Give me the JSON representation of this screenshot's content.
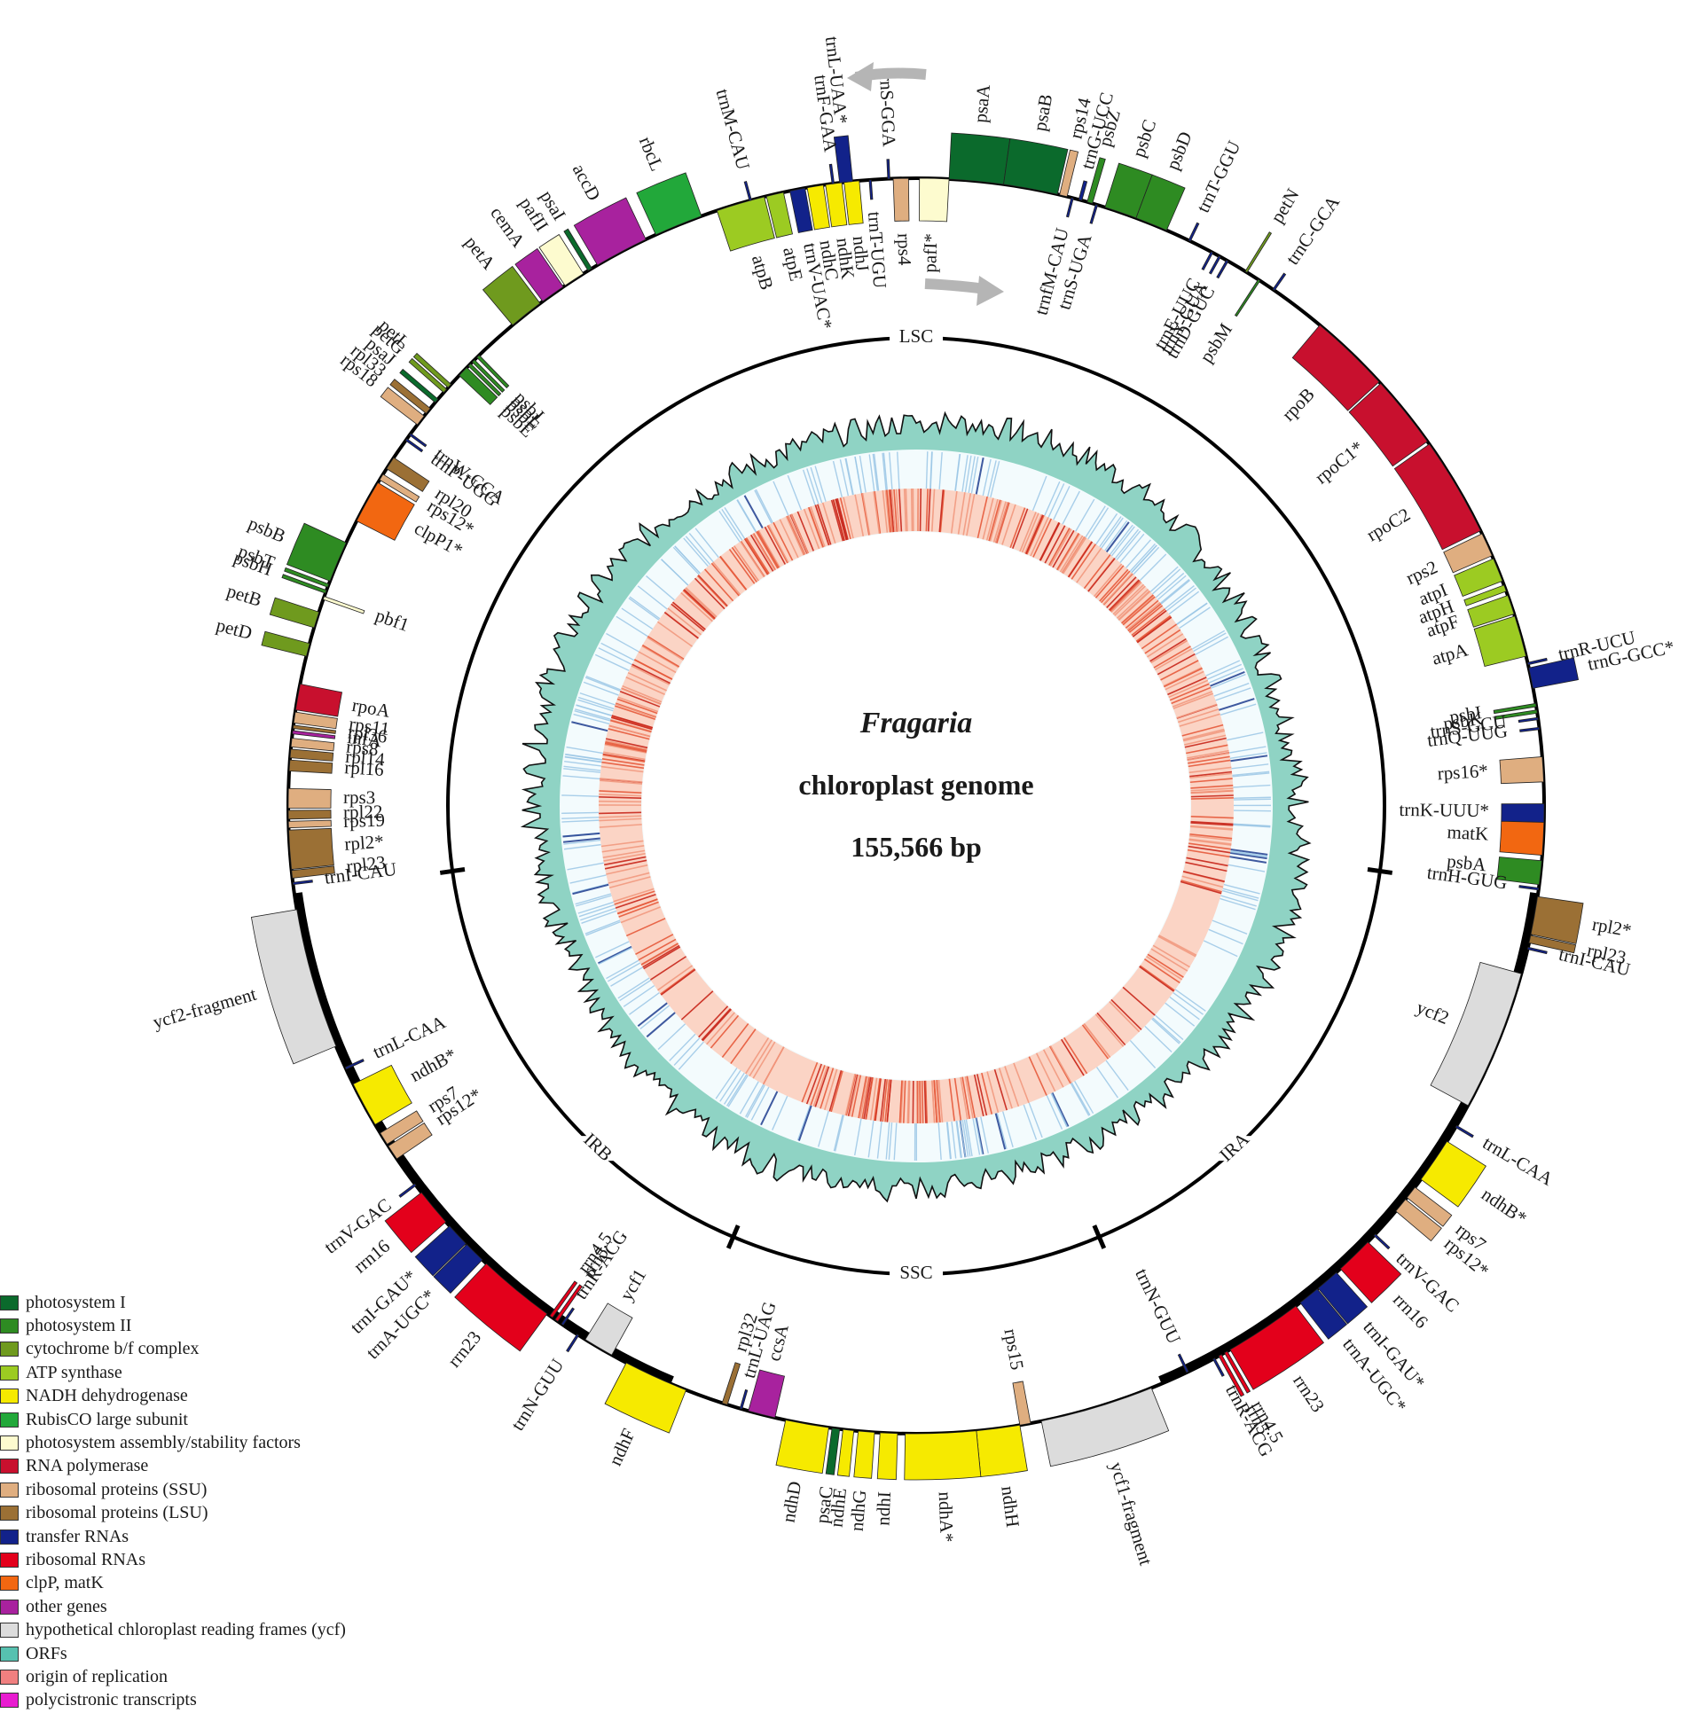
{
  "genome": {
    "title": "Fragaria",
    "subtitle": "chloroplast genome",
    "size": "155,566 bp"
  },
  "regions": [
    {
      "label": "LSC",
      "angle": 0
    },
    {
      "label": "IRA",
      "angle": 137
    },
    {
      "label": "SSC",
      "angle": 180
    },
    {
      "label": "IRB",
      "angle": 223
    }
  ],
  "region_boundaries": [
    98,
    157,
    203,
    262
  ],
  "categories": [
    {
      "key": "psI",
      "label": "photosystem I",
      "color": "#0b6a2c"
    },
    {
      "key": "psII",
      "label": "photosystem II",
      "color": "#2e8b22"
    },
    {
      "key": "cyt",
      "label": "cytochrome b/f complex",
      "color": "#6f9a1e"
    },
    {
      "key": "atp",
      "label": "ATP synthase",
      "color": "#9ccb22"
    },
    {
      "key": "ndh",
      "label": "NADH dehydrogenase",
      "color": "#f6ea00"
    },
    {
      "key": "rbc",
      "label": "RubisCO large subunit",
      "color": "#22a83a"
    },
    {
      "key": "paf",
      "label": "photosystem assembly/stability factors",
      "color": "#fdfbcf"
    },
    {
      "key": "rpo",
      "label": "RNA polymerase",
      "color": "#c8102e"
    },
    {
      "key": "ssu",
      "label": "ribosomal proteins (SSU)",
      "color": "#dfae80"
    },
    {
      "key": "lsu",
      "label": "ribosomal proteins (LSU)",
      "color": "#9b7035"
    },
    {
      "key": "trna",
      "label": "transfer RNAs",
      "color": "#12228a"
    },
    {
      "key": "rrna",
      "label": "ribosomal RNAs",
      "color": "#e3001b"
    },
    {
      "key": "clp",
      "label": "clpP, matK",
      "color": "#f26711"
    },
    {
      "key": "other",
      "label": "other genes",
      "color": "#a8229e"
    },
    {
      "key": "ycf",
      "label": "hypothetical chloroplast reading frames (ycf)",
      "color": "#dcdcdc"
    },
    {
      "key": "orf",
      "label": "ORFs",
      "color": "#57c1b0"
    },
    {
      "key": "ori",
      "label": "origin of replication",
      "color": "#f08080"
    },
    {
      "key": "poly",
      "label": "polycistronic transcripts",
      "color": "#e81cd0"
    }
  ],
  "genes": [
    {
      "name": "psaA",
      "start": 3.0,
      "end": 8.0,
      "side": "out",
      "cat": "psI"
    },
    {
      "name": "psaB",
      "start": 8.0,
      "end": 13.0,
      "side": "out",
      "cat": "psI"
    },
    {
      "name": "rps14",
      "start": 13.2,
      "end": 13.9,
      "side": "out",
      "cat": "ssu"
    },
    {
      "name": "trnfM-CAU",
      "start": 14.3,
      "end": 14.5,
      "side": "in",
      "cat": "trna"
    },
    {
      "name": "trnG-UCC",
      "start": 15.0,
      "end": 15.3,
      "side": "out",
      "cat": "trna"
    },
    {
      "name": "psbZ",
      "start": 15.8,
      "end": 16.3,
      "side": "out",
      "cat": "psII"
    },
    {
      "name": "trnS-UGA",
      "start": 16.6,
      "end": 16.8,
      "side": "in",
      "cat": "trna"
    },
    {
      "name": "psbC",
      "start": 17.5,
      "end": 20.5,
      "side": "out",
      "cat": "psII"
    },
    {
      "name": "psbD",
      "start": 20.5,
      "end": 23.5,
      "side": "out",
      "cat": "psII"
    },
    {
      "name": "trnT-GGU",
      "start": 25.7,
      "end": 25.9,
      "side": "out",
      "cat": "trna"
    },
    {
      "name": "trnE-UUC",
      "start": 28.0,
      "end": 28.2,
      "side": "in",
      "cat": "trna"
    },
    {
      "name": "trnY-GUA",
      "start": 28.8,
      "end": 29.0,
      "side": "in",
      "cat": "trna"
    },
    {
      "name": "trnD-GUC",
      "start": 29.6,
      "end": 29.8,
      "side": "in",
      "cat": "trna"
    },
    {
      "name": "petN",
      "start": 31.6,
      "end": 31.8,
      "side": "out",
      "cat": "cyt"
    },
    {
      "name": "psbM",
      "start": 33.0,
      "end": 33.2,
      "side": "in",
      "cat": "psII"
    },
    {
      "name": "trnC-GCA",
      "start": 34.6,
      "end": 34.8,
      "side": "out",
      "cat": "trna"
    },
    {
      "name": "rpoB",
      "start": 40.0,
      "end": 47.5,
      "side": "in",
      "cat": "rpo"
    },
    {
      "name": "rpoC1*",
      "start": 47.7,
      "end": 54.5,
      "side": "in",
      "cat": "rpo"
    },
    {
      "name": "rpoC2",
      "start": 54.8,
      "end": 64.0,
      "side": "in",
      "cat": "rpo"
    },
    {
      "name": "rps2",
      "start": 64.3,
      "end": 66.5,
      "side": "in",
      "cat": "ssu"
    },
    {
      "name": "atpI",
      "start": 66.8,
      "end": 69.0,
      "side": "in",
      "cat": "atp"
    },
    {
      "name": "atpH",
      "start": 69.4,
      "end": 70.0,
      "side": "in",
      "cat": "atp"
    },
    {
      "name": "atpF",
      "start": 70.4,
      "end": 72.2,
      "side": "in",
      "cat": "atp"
    },
    {
      "name": "atpA",
      "start": 72.4,
      "end": 76.2,
      "side": "in",
      "cat": "atp"
    },
    {
      "name": "trnR-UCU",
      "start": 76.8,
      "end": 77.0,
      "side": "out",
      "cat": "trna"
    },
    {
      "name": "trnG-GCC*",
      "start": 77.3,
      "end": 79.2,
      "side": "out",
      "cat": "trna"
    },
    {
      "name": "psbI",
      "start": 80.6,
      "end": 80.9,
      "side": "in",
      "cat": "psII"
    },
    {
      "name": "psbK",
      "start": 81.2,
      "end": 81.5,
      "side": "in",
      "cat": "psII"
    },
    {
      "name": "trnS-GCU",
      "start": 81.9,
      "end": 82.1,
      "side": "in",
      "cat": "trna"
    },
    {
      "name": "trnQ-UUG",
      "start": 82.8,
      "end": 83.0,
      "side": "in",
      "cat": "trna"
    },
    {
      "name": "rps16*",
      "start": 85.5,
      "end": 87.8,
      "side": "in",
      "cat": "ssu"
    },
    {
      "name": "trnK-UUU*",
      "start": 89.8,
      "end": 91.5,
      "side": "in",
      "cat": "trna"
    },
    {
      "name": "matK",
      "start": 91.5,
      "end": 94.5,
      "side": "in",
      "cat": "clp"
    },
    {
      "name": "psbA",
      "start": 95.0,
      "end": 97.2,
      "side": "in",
      "cat": "psII"
    },
    {
      "name": "trnH-GUG",
      "start": 97.5,
      "end": 97.7,
      "side": "in",
      "cat": "trna"
    },
    {
      "name": "rpl2*",
      "start": 98.3,
      "end": 101.8,
      "side": "out",
      "cat": "lsu"
    },
    {
      "name": "rpl23",
      "start": 101.9,
      "end": 102.6,
      "side": "out",
      "cat": "lsu"
    },
    {
      "name": "trnI-CAU",
      "start": 103.0,
      "end": 103.2,
      "side": "out",
      "cat": "trna"
    },
    {
      "name": "ycf2",
      "start": 105.5,
      "end": 118.5,
      "side": "in",
      "cat": "ycf"
    },
    {
      "name": "trnL-CAA",
      "start": 120.6,
      "end": 120.8,
      "side": "out",
      "cat": "trna"
    },
    {
      "name": "ndhB*",
      "start": 122.3,
      "end": 126.5,
      "side": "out",
      "cat": "ndh"
    },
    {
      "name": "rps7",
      "start": 127.4,
      "end": 128.6,
      "side": "out",
      "cat": "ssu"
    },
    {
      "name": "rps12*",
      "start": 128.8,
      "end": 130.2,
      "side": "out",
      "cat": "ssu"
    },
    {
      "name": "trnV-GAC",
      "start": 133.0,
      "end": 133.2,
      "side": "out",
      "cat": "trna"
    },
    {
      "name": "rrn16",
      "start": 134.0,
      "end": 137.5,
      "side": "out",
      "cat": "rrna"
    },
    {
      "name": "trnI-GAU*",
      "start": 138.0,
      "end": 140.2,
      "side": "out",
      "cat": "trna"
    },
    {
      "name": "trnA-UGC*",
      "start": 140.3,
      "end": 142.3,
      "side": "out",
      "cat": "trna"
    },
    {
      "name": "rrn23",
      "start": 142.8,
      "end": 150.0,
      "side": "out",
      "cat": "rrna"
    },
    {
      "name": "rrn4.5",
      "start": 150.3,
      "end": 150.6,
      "side": "out",
      "cat": "rrna"
    },
    {
      "name": "rrn5",
      "start": 150.9,
      "end": 151.2,
      "side": "out",
      "cat": "rrna"
    },
    {
      "name": "trnR-ACG",
      "start": 151.6,
      "end": 151.8,
      "side": "out",
      "cat": "trna"
    },
    {
      "name": "trnN-GUU",
      "start": 154.3,
      "end": 154.5,
      "side": "in",
      "cat": "trna"
    },
    {
      "name": "ycf1-fragment",
      "start": 158.0,
      "end": 168.5,
      "side": "out",
      "cat": "ycf"
    },
    {
      "name": "rps15",
      "start": 169.5,
      "end": 170.5,
      "side": "in",
      "cat": "ssu"
    },
    {
      "name": "ndhH",
      "start": 170.5,
      "end": 174.5,
      "side": "out",
      "cat": "ndh"
    },
    {
      "name": "ndhA*",
      "start": 174.5,
      "end": 181.0,
      "side": "out",
      "cat": "ndh"
    },
    {
      "name": "ndhI",
      "start": 181.7,
      "end": 183.3,
      "side": "out",
      "cat": "ndh"
    },
    {
      "name": "ndhG",
      "start": 183.8,
      "end": 185.3,
      "side": "out",
      "cat": "ndh"
    },
    {
      "name": "ndhE",
      "start": 185.7,
      "end": 186.7,
      "side": "out",
      "cat": "ndh"
    },
    {
      "name": "psaC",
      "start": 187.0,
      "end": 187.7,
      "side": "out",
      "cat": "psI"
    },
    {
      "name": "ndhD",
      "start": 188.0,
      "end": 192.0,
      "side": "out",
      "cat": "ndh"
    },
    {
      "name": "ccsA",
      "start": 193.0,
      "end": 195.5,
      "side": "in",
      "cat": "other"
    },
    {
      "name": "trnL-UAG",
      "start": 196.1,
      "end": 196.3,
      "side": "in",
      "cat": "trna"
    },
    {
      "name": "rpl32",
      "start": 197.5,
      "end": 198.0,
      "side": "in",
      "cat": "lsu"
    },
    {
      "name": "ndhF",
      "start": 201.5,
      "end": 207.5,
      "side": "out",
      "cat": "ndh"
    },
    {
      "name": "ycf1",
      "start": 209.0,
      "end": 211.8,
      "side": "in",
      "cat": "ycf"
    },
    {
      "name": "trnN-GUU",
      "start": 212.5,
      "end": 212.7,
      "side": "out",
      "cat": "trna"
    },
    {
      "name": "trnR-ACG",
      "start": 214.2,
      "end": 214.4,
      "side": "in",
      "cat": "trna"
    },
    {
      "name": "rrn5",
      "start": 214.8,
      "end": 215.1,
      "side": "in",
      "cat": "rrna"
    },
    {
      "name": "rrn4.5",
      "start": 215.4,
      "end": 215.7,
      "side": "in",
      "cat": "rrna"
    },
    {
      "name": "rrn23",
      "start": 216.0,
      "end": 223.2,
      "side": "out",
      "cat": "rrna"
    },
    {
      "name": "trnA-UGC*",
      "start": 223.7,
      "end": 225.7,
      "side": "out",
      "cat": "trna"
    },
    {
      "name": "trnI-GAU*",
      "start": 225.8,
      "end": 228.0,
      "side": "out",
      "cat": "trna"
    },
    {
      "name": "rrn16",
      "start": 228.5,
      "end": 232.0,
      "side": "out",
      "cat": "rrna"
    },
    {
      "name": "trnV-GAC",
      "start": 232.8,
      "end": 233.0,
      "side": "out",
      "cat": "trna"
    },
    {
      "name": "rps12*",
      "start": 235.8,
      "end": 237.2,
      "side": "in",
      "cat": "ssu"
    },
    {
      "name": "rps7",
      "start": 237.4,
      "end": 238.6,
      "side": "in",
      "cat": "ssu"
    },
    {
      "name": "ndhB*",
      "start": 239.5,
      "end": 243.7,
      "side": "in",
      "cat": "ndh"
    },
    {
      "name": "trnL-CAA",
      "start": 245.2,
      "end": 245.4,
      "side": "in",
      "cat": "trna"
    },
    {
      "name": "ycf2-fragment",
      "start": 247.5,
      "end": 260.5,
      "side": "out",
      "cat": "ycf"
    },
    {
      "name": "trnI-CAU",
      "start": 262.8,
      "end": 263.0,
      "side": "in",
      "cat": "trna"
    },
    {
      "name": "rpl23",
      "start": 263.4,
      "end": 264.1,
      "side": "in",
      "cat": "lsu"
    },
    {
      "name": "rpl2*",
      "start": 264.2,
      "end": 267.8,
      "side": "in",
      "cat": "lsu"
    },
    {
      "name": "rps19",
      "start": 268.0,
      "end": 268.6,
      "side": "in",
      "cat": "ssu"
    },
    {
      "name": "rpl22",
      "start": 268.8,
      "end": 269.6,
      "side": "in",
      "cat": "lsu"
    },
    {
      "name": "rps3",
      "start": 269.8,
      "end": 271.6,
      "side": "in",
      "cat": "ssu"
    },
    {
      "name": "rpl16",
      "start": 273.2,
      "end": 274.2,
      "side": "in",
      "cat": "lsu"
    },
    {
      "name": "rpl14",
      "start": 274.4,
      "end": 275.2,
      "side": "in",
      "cat": "lsu"
    },
    {
      "name": "rps8",
      "start": 275.4,
      "end": 276.2,
      "side": "in",
      "cat": "ssu"
    },
    {
      "name": "infA",
      "start": 276.6,
      "end": 276.9,
      "side": "in",
      "cat": "other"
    },
    {
      "name": "rpl36",
      "start": 277.1,
      "end": 277.4,
      "side": "in",
      "cat": "lsu"
    },
    {
      "name": "rps11",
      "start": 277.6,
      "end": 278.6,
      "side": "in",
      "cat": "ssu"
    },
    {
      "name": "rpoA",
      "start": 278.8,
      "end": 281.2,
      "side": "in",
      "cat": "rpo"
    },
    {
      "name": "petD",
      "start": 283.8,
      "end": 285.0,
      "side": "out",
      "cat": "cyt"
    },
    {
      "name": "petB",
      "start": 286.5,
      "end": 288.0,
      "side": "out",
      "cat": "cyt"
    },
    {
      "name": "pbf1",
      "start": 289.2,
      "end": 289.5,
      "side": "in",
      "cat": "paf"
    },
    {
      "name": "psbH",
      "start": 289.8,
      "end": 290.1,
      "side": "out",
      "cat": "psII"
    },
    {
      "name": "psbT",
      "start": 290.4,
      "end": 290.7,
      "side": "out",
      "cat": "psII"
    },
    {
      "name": "psbB",
      "start": 291.0,
      "end": 294.8,
      "side": "out",
      "cat": "psII"
    },
    {
      "name": "clpP1*",
      "start": 297.0,
      "end": 301.0,
      "side": "in",
      "cat": "clp"
    },
    {
      "name": "rps12*",
      "start": 301.3,
      "end": 301.9,
      "side": "in",
      "cat": "ssu"
    },
    {
      "name": "rpl20",
      "start": 302.5,
      "end": 303.7,
      "side": "in",
      "cat": "lsu"
    },
    {
      "name": "trnP-UGG",
      "start": 305.6,
      "end": 305.8,
      "side": "in",
      "cat": "trna"
    },
    {
      "name": "trnW-CCA",
      "start": 306.2,
      "end": 306.4,
      "side": "in",
      "cat": "trna"
    },
    {
      "name": "rps18",
      "start": 307.4,
      "end": 308.4,
      "side": "out",
      "cat": "ssu"
    },
    {
      "name": "rpl33",
      "start": 308.7,
      "end": 309.3,
      "side": "out",
      "cat": "lsu"
    },
    {
      "name": "psaJ",
      "start": 310.0,
      "end": 310.4,
      "side": "out",
      "cat": "psI"
    },
    {
      "name": "petG",
      "start": 311.2,
      "end": 311.6,
      "side": "out",
      "cat": "cyt"
    },
    {
      "name": "petL",
      "start": 311.8,
      "end": 312.2,
      "side": "out",
      "cat": "cyt"
    },
    {
      "name": "psbE",
      "start": 313.3,
      "end": 314.3,
      "side": "in",
      "cat": "psII"
    },
    {
      "name": "psbF",
      "start": 314.5,
      "end": 314.8,
      "side": "in",
      "cat": "psII"
    },
    {
      "name": "psbL",
      "start": 315.0,
      "end": 315.3,
      "side": "in",
      "cat": "psII"
    },
    {
      "name": "psbJ",
      "start": 315.6,
      "end": 315.9,
      "side": "in",
      "cat": "psII"
    },
    {
      "name": "petA",
      "start": 320.0,
      "end": 323.2,
      "side": "out",
      "cat": "cyt"
    },
    {
      "name": "cemA",
      "start": 323.5,
      "end": 325.8,
      "side": "out",
      "cat": "other"
    },
    {
      "name": "pafII",
      "start": 326.0,
      "end": 328.0,
      "side": "out",
      "cat": "paf"
    },
    {
      "name": "psaI",
      "start": 328.5,
      "end": 328.9,
      "side": "out",
      "cat": "psI"
    },
    {
      "name": "accD",
      "start": 329.5,
      "end": 334.5,
      "side": "out",
      "cat": "other"
    },
    {
      "name": "rbcL",
      "start": 335.5,
      "end": 340.0,
      "side": "out",
      "cat": "rbc"
    },
    {
      "name": "atpB",
      "start": 341.5,
      "end": 346.0,
      "side": "in",
      "cat": "atp"
    },
    {
      "name": "atpE",
      "start": 346.2,
      "end": 347.8,
      "side": "in",
      "cat": "atp"
    },
    {
      "name": "trnM-CAU",
      "start": 344.6,
      "end": 344.8,
      "side": "out",
      "cat": "trna"
    },
    {
      "name": "trnV-UAC*",
      "start": 348.4,
      "end": 349.8,
      "side": "in",
      "cat": "trna"
    },
    {
      "name": "ndhC",
      "start": 350.0,
      "end": 351.5,
      "side": "in",
      "cat": "ndh"
    },
    {
      "name": "ndhK",
      "start": 351.7,
      "end": 353.2,
      "side": "in",
      "cat": "ndh"
    },
    {
      "name": "ndhJ",
      "start": 353.4,
      "end": 354.8,
      "side": "in",
      "cat": "ndh"
    },
    {
      "name": "trnF-GAA",
      "start": 352.3,
      "end": 352.5,
      "side": "out",
      "cat": "trna"
    },
    {
      "name": "trnL-UAA*",
      "start": 353.0,
      "end": 354.2,
      "side": "out",
      "cat": "trna"
    },
    {
      "name": "trnT-UGU",
      "start": 355.7,
      "end": 355.9,
      "side": "in",
      "cat": "trna"
    },
    {
      "name": "trnS-GGA",
      "start": 357.4,
      "end": 357.6,
      "side": "out",
      "cat": "trna"
    },
    {
      "name": "rps4",
      "start": 357.9,
      "end": 359.3,
      "side": "in",
      "cat": "ssu"
    },
    {
      "name": "pafI*",
      "start": 0.3,
      "end": 3.0,
      "side": "in",
      "cat": "paf"
    }
  ]
}
